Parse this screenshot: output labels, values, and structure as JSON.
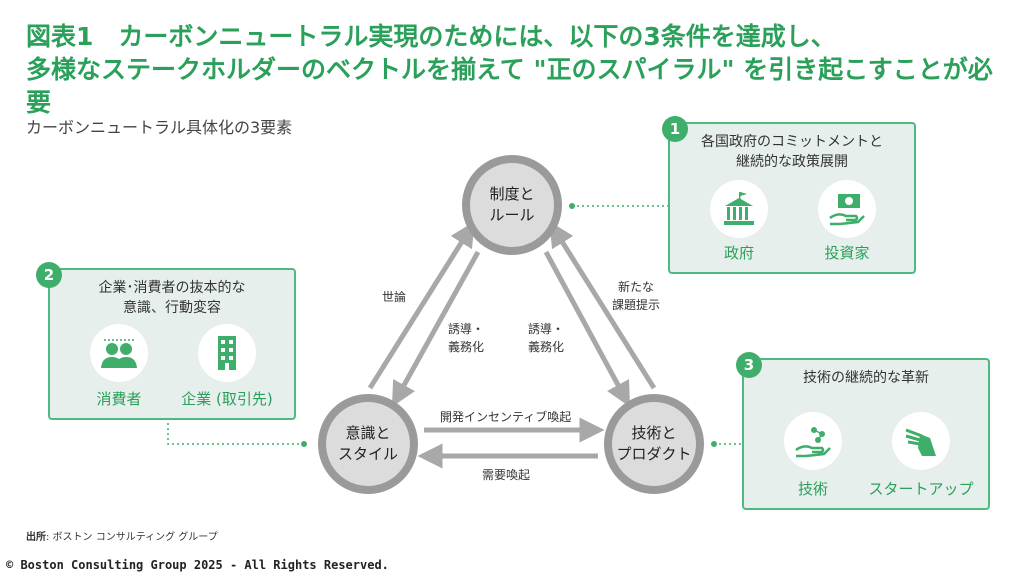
{
  "title": {
    "line1": "図表1　カーボンニュートラル実現のためには、以下の3条件を達成し、",
    "line2": "多様なステークホルダーのベクトルを揃えて \"正のスパイラル\" を引き起こすことが必要"
  },
  "subtitle": "カーボンニュートラル具体化の3要素",
  "nodes": {
    "rules": "制度と\nルール",
    "awareness": "意識と\nスタイル",
    "technology": "技術と\nプロダクト"
  },
  "edges": {
    "public_opinion": "世論",
    "guidance_left": "誘導・\n義務化",
    "guidance_right": "誘導・\n義務化",
    "new_issues": "新たな\n課題提示",
    "development": "開発インセンティブ喚起",
    "demand": "需要喚起"
  },
  "panels": [
    {
      "number": "1",
      "heading": "各国政府のコミットメントと\n継続的な政策展開",
      "items": [
        {
          "label": "政府",
          "icon": "government-building-icon"
        },
        {
          "label": "投資家",
          "icon": "investor-hand-money-icon"
        }
      ]
    },
    {
      "number": "2",
      "heading": "企業･消費者の抜本的な\n意識、行動変容",
      "items": [
        {
          "label": "消費者",
          "icon": "consumers-people-icon"
        },
        {
          "label": "企業 (取引先)",
          "icon": "company-building-icon"
        }
      ]
    },
    {
      "number": "3",
      "heading": "技術の継続的な革新",
      "items": [
        {
          "label": "技術",
          "icon": "technology-hand-icon"
        },
        {
          "label": "スタートアップ",
          "icon": "startup-winged-shoe-icon"
        }
      ]
    }
  ],
  "source": {
    "label": "出所",
    "text": ": ボストン コンサルティング グループ"
  },
  "copyright": "© Boston Consulting Group 2025 - All Rights Reserved.",
  "colors": {
    "accent": "#2aa05a",
    "panel_bg": "#e6efec",
    "panel_border": "#4dbb7f",
    "node_ring": "#9a9a9a",
    "arrow": "#a8a8a8"
  }
}
